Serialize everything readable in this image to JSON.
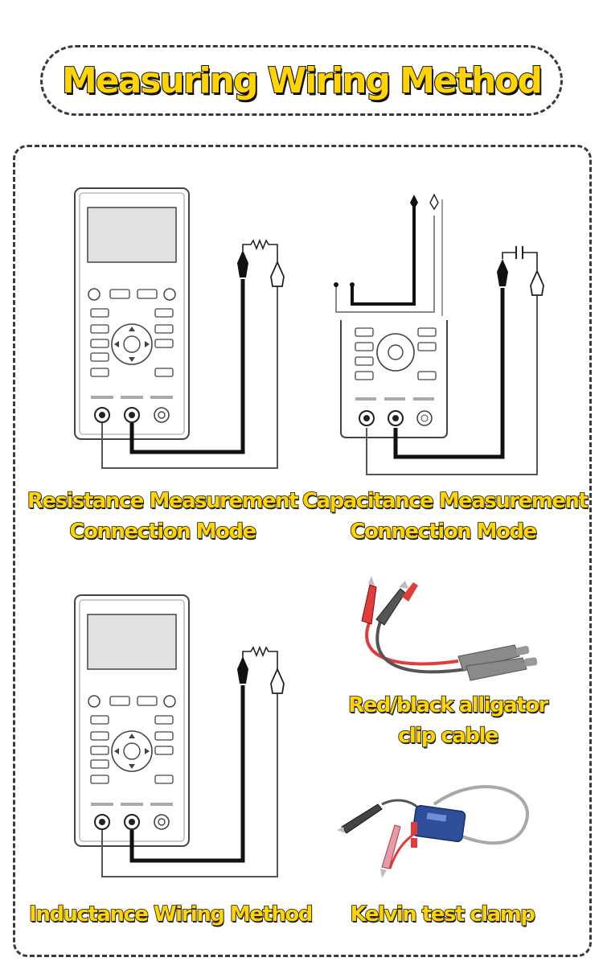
{
  "title": "Measuring Wiring Method",
  "panels": {
    "resistance": {
      "line1": "Resistance Measurement",
      "line2": "Connection Mode"
    },
    "capacitance": {
      "line1": "Capacitance Measurement",
      "line2": "Connection Mode"
    },
    "inductance": {
      "line1": "Inductance Wiring Method"
    },
    "alligator": {
      "line1": "Red/black alligator",
      "line2": "clip cable"
    },
    "kelvin": {
      "line1": "Kelvin test clamp"
    }
  },
  "colors": {
    "caption_fill": "#ffd400",
    "caption_outline": "#111111",
    "red_lead": "#e23b3b",
    "probe_grey": "#8a8a8a",
    "kelvin_box": "#2d4f9a"
  },
  "icons": [
    "meter-device",
    "resistor-symbol",
    "capacitor-symbol",
    "inductor-symbol",
    "alligator-clip-icon",
    "kelvin-clamp-icon"
  ]
}
